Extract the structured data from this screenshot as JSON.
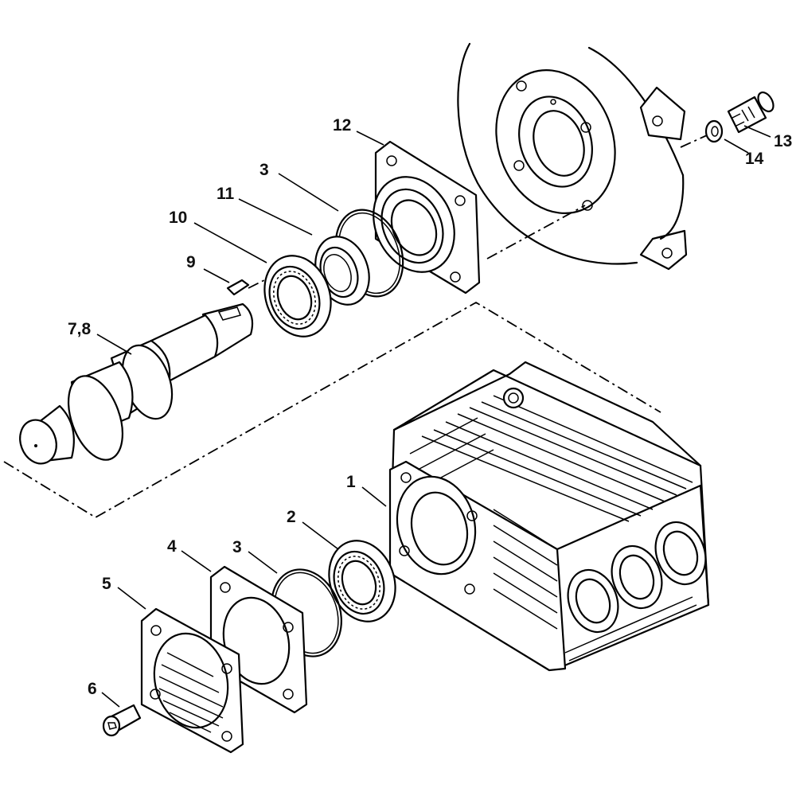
{
  "callouts": [
    {
      "id": "1",
      "text": "1"
    },
    {
      "id": "2",
      "text": "2"
    },
    {
      "id": "3a",
      "text": "3"
    },
    {
      "id": "3b",
      "text": "3"
    },
    {
      "id": "4",
      "text": "4"
    },
    {
      "id": "5",
      "text": "5"
    },
    {
      "id": "6",
      "text": "6"
    },
    {
      "id": "78",
      "text": "7,8"
    },
    {
      "id": "9",
      "text": "9"
    },
    {
      "id": "10",
      "text": "10"
    },
    {
      "id": "11",
      "text": "11"
    },
    {
      "id": "12",
      "text": "12"
    },
    {
      "id": "13",
      "text": "13"
    },
    {
      "id": "14",
      "text": "14"
    }
  ],
  "parts": {
    "p1": "crankcase",
    "p2": "ball-bearing",
    "p3": "o-ring",
    "p4": "gasket",
    "p5": "cover-plate",
    "p6": "cap-screw",
    "p78": "crankshaft",
    "p9": "key",
    "p10": "ball-bearing",
    "p11": "seal-ring",
    "p12": "bearing-flange",
    "p13": "screw",
    "p14": "washer"
  }
}
